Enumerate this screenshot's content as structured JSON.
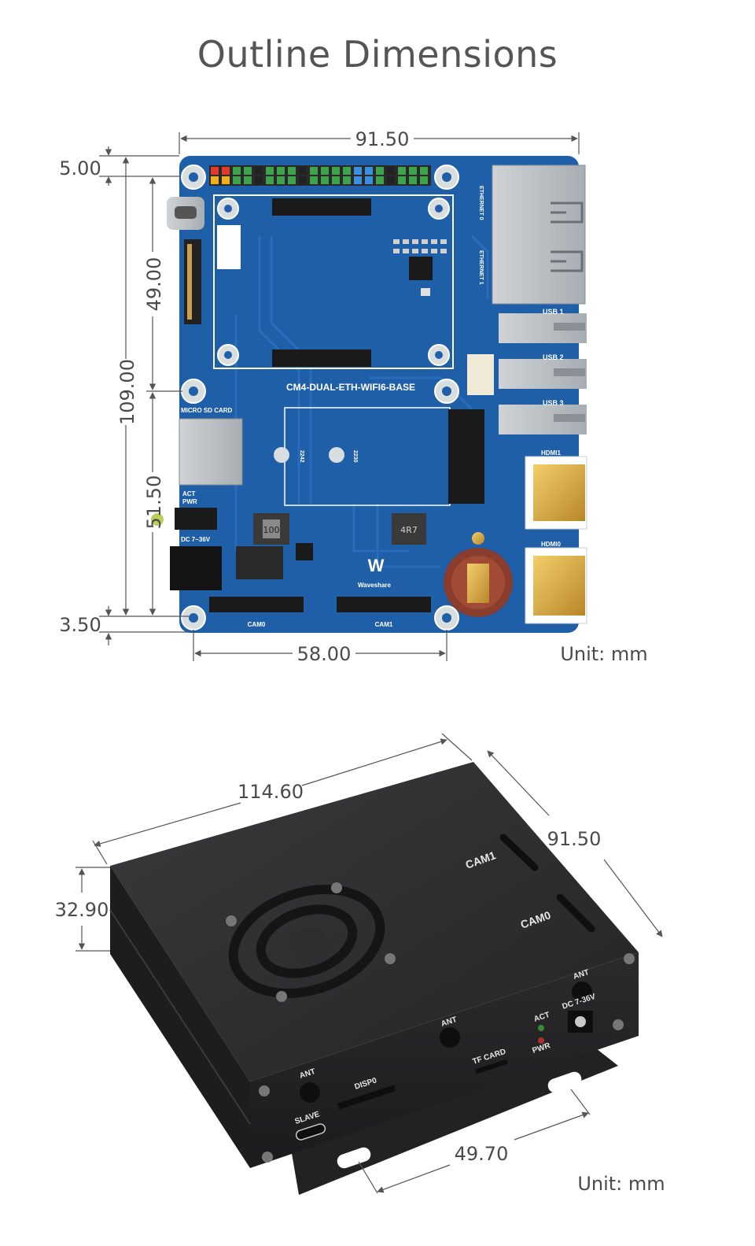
{
  "title": "Outline Dimensions",
  "board": {
    "name": "CM4-DUAL-ETH-WIFI6-BASE",
    "dims": {
      "width": "91.50",
      "top_offset": "5.00",
      "height": "109.00",
      "upper_hole_spacing": "49.00",
      "lower_hole_spacing": "51.50",
      "bottom_offset": "3.50",
      "hole_spacing_x": "58.00"
    },
    "unit": "Unit: mm",
    "labels": {
      "eth0": "ETHERNET 0",
      "eth1": "ETHERNET 1",
      "usb1": "USB 1",
      "usb2": "USB 2",
      "usb3": "USB 3",
      "hdmi1": "HDMI1",
      "hdmi0": "HDMI0",
      "sd": "MICRO SD CARD",
      "act": "ACT",
      "pwr": "PWR",
      "dc": "DC 7~36V",
      "cam0": "CAM0",
      "cam1": "CAM1",
      "m2a": "2242",
      "m2b": "2230",
      "ind1": "100",
      "ind2": "4R7",
      "brand": "Waveshare"
    }
  },
  "case": {
    "dims": {
      "length": "114.60",
      "depth": "91.50",
      "height": "32.90",
      "mount_spacing": "49.70"
    },
    "unit": "Unit: mm",
    "labels": {
      "cam1": "CAM1",
      "cam0": "CAM0",
      "ant_right": "ANT",
      "ant_mid": "ANT",
      "ant_left": "ANT",
      "act": "ACT",
      "dc": "DC 7-36V",
      "pwr": "PWR",
      "tf": "TF CARD",
      "disp": "DISP0",
      "slave": "SLAVE"
    }
  },
  "colors": {
    "pcb": "#1f5fa8",
    "pcb_dark": "#174d8c",
    "case": "#2a2a2c",
    "dimension_line": "#555555",
    "gold": "#d9a637"
  }
}
